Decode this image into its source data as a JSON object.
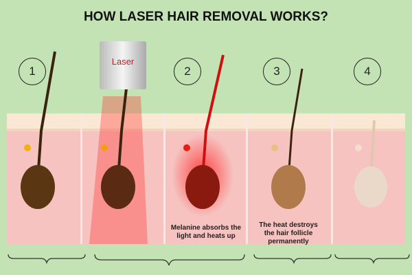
{
  "title": "HOW LASER HAIR REMOVAL WORKS?",
  "steps": [
    "1",
    "2",
    "3",
    "4"
  ],
  "laser_label": "Laser",
  "captions": {
    "step2": "Melanine absorbs the light and heats up",
    "step3": "The heat destroys the hair follicle permanently"
  },
  "colors": {
    "background": "#c4e3b4",
    "skin": "#f6c3c0",
    "laser": "#e0202a"
  }
}
